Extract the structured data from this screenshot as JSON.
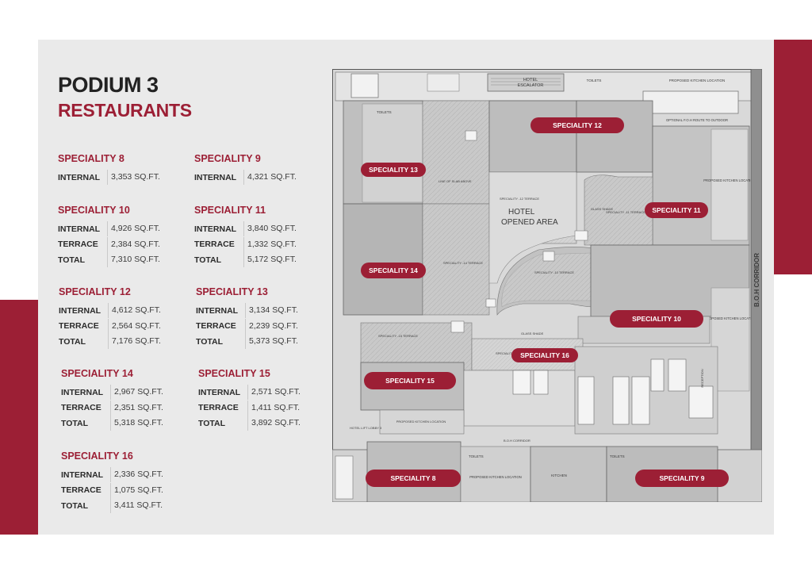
{
  "header": {
    "title": "PODIUM 3",
    "subtitle": "RESTAURANTS"
  },
  "units": [
    {
      "name": "SPECIALITY 8",
      "rows": [
        {
          "label": "INTERNAL",
          "value": "3,353 SQ.FT."
        }
      ]
    },
    {
      "name": "SPECIALITY 9",
      "rows": [
        {
          "label": "INTERNAL",
          "value": "4,321 SQ.FT."
        }
      ]
    },
    {
      "name": "SPECIALITY 10",
      "rows": [
        {
          "label": "INTERNAL",
          "value": "4,926 SQ.FT."
        },
        {
          "label": "TERRACE",
          "value": "2,384 SQ.FT."
        },
        {
          "label": "TOTAL",
          "value": "7,310 SQ.FT."
        }
      ]
    },
    {
      "name": "SPECIALITY 11",
      "rows": [
        {
          "label": "INTERNAL",
          "value": "3,840 SQ.FT."
        },
        {
          "label": "TERRACE",
          "value": "1,332 SQ.FT."
        },
        {
          "label": "TOTAL",
          "value": "5,172 SQ.FT."
        }
      ]
    },
    {
      "name": "SPECIALITY 12",
      "rows": [
        {
          "label": "INTERNAL",
          "value": "4,612 SQ.FT."
        },
        {
          "label": "TERRACE",
          "value": "2,564 SQ.FT."
        },
        {
          "label": "TOTAL",
          "value": "7,176 SQ.FT."
        }
      ]
    },
    {
      "name": "SPECIALITY 13",
      "rows": [
        {
          "label": "INTERNAL",
          "value": "3,134 SQ.FT."
        },
        {
          "label": "TERRACE",
          "value": "2,239 SQ.FT."
        },
        {
          "label": "TOTAL",
          "value": "5,373 SQ.FT."
        }
      ]
    },
    {
      "name": "SPECIALITY 14",
      "rows": [
        {
          "label": "INTERNAL",
          "value": "2,967 SQ.FT."
        },
        {
          "label": "TERRACE",
          "value": "2,351 SQ.FT."
        },
        {
          "label": "TOTAL",
          "value": "5,318 SQ.FT."
        }
      ]
    },
    {
      "name": "SPECIALITY 15",
      "rows": [
        {
          "label": "INTERNAL",
          "value": "2,571 SQ.FT."
        },
        {
          "label": "TERRACE",
          "value": "1,411 SQ.FT."
        },
        {
          "label": "TOTAL",
          "value": "3,892 SQ.FT."
        }
      ]
    },
    {
      "name": "SPECIALITY 16",
      "rows": [
        {
          "label": "INTERNAL",
          "value": "2,336 SQ.FT."
        },
        {
          "label": "TERRACE",
          "value": "1,075 SQ.FT."
        },
        {
          "label": "TOTAL",
          "value": "3,411 SQ.FT."
        }
      ]
    }
  ],
  "plan": {
    "opened_area": [
      "HOTEL",
      "OPENED AREA"
    ],
    "escalator": [
      "HOTEL",
      "ESCALATOR"
    ],
    "corridor": "B.O.H CORRIDOR",
    "boh_corridor_small": "B.O.H CORRIDOR",
    "labels": {
      "s8": "SPECIALITY 8",
      "s9": "SPECIALITY 9",
      "s10": "SPECIALITY 10",
      "s11": "SPECIALITY 11",
      "s12": "SPECIALITY 12",
      "s13": "SPECIALITY 13",
      "s14": "SPECIALITY 14",
      "s15": "SPECIALITY 15",
      "s16": "SPECIALITY 16"
    },
    "toilets": "TOILETS",
    "kitchen": "KITCHEN",
    "reception": "RECEPTION",
    "glass_shade": "GLASS SHADE",
    "proposed_kitchen": "PROPOSED KITCHEN LOCATION",
    "line_of_slab": "LINE OF SLAB ABOVE",
    "optional_route": "OPTIONAL F.O.H ROUTE TO OUTDOOR",
    "hotel_lift": "HOTEL LIFT LOBBY 3",
    "terraces": {
      "t12": "SPECIALITY -12 TERRACE",
      "t11": "SPECIALITY -11 TERRACE",
      "t10": "SPECIALITY -10 TERRACE",
      "t14": "SPECIALITY -14 TERRACE",
      "t15": "SPECIALITY -15 TERRACE",
      "t16": "SPECIALITY -16 TERRACE"
    }
  },
  "colors": {
    "accent": "#9c1f35",
    "panel": "#eaeaea"
  }
}
